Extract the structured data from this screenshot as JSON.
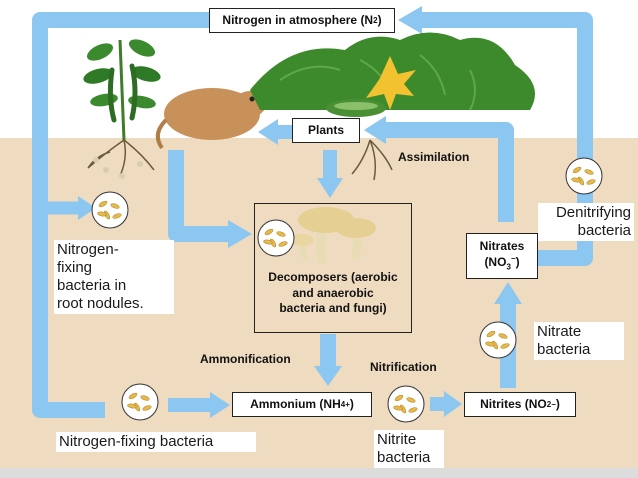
{
  "colors": {
    "sky": "#ffffff",
    "soil": "#efdcc0",
    "arrow": "#8cc7f1",
    "bacteria": "#e7b94a",
    "label_border": "#222222"
  },
  "icons": {
    "bacteria_cluster": "bacteria-cluster-icon",
    "legume_plant": "legume-plant-icon",
    "squash_plant": "squash-plant-icon",
    "mushrooms": "mushroom-icon",
    "gopher": "gopher-icon"
  },
  "labels": {
    "atmosphere": {
      "base": "Nitrogen in atmosphere (N",
      "sub": "2",
      "end": ")"
    },
    "plants": "Plants",
    "assimilation": "Assimilation",
    "denitrifying": [
      "Denitrifying",
      "bacteria"
    ],
    "nitrates": {
      "line1": "Nitrates",
      "base": "(NO",
      "sub": "3",
      "sup": "−",
      "end": ")"
    },
    "decomposers": [
      "Decomposers (aerobic",
      "and anaerobic",
      "bacteria and fungi)"
    ],
    "nitrogen_fixing_root": [
      "Nitrogen-",
      "fixing",
      "bacteria in",
      "root nodules."
    ],
    "ammonification": "Ammonification",
    "nitrification": "Nitrification",
    "nitrate_bacteria": [
      "Nitrate",
      "bacteria"
    ],
    "ammonium": {
      "base": "Ammonium (NH",
      "sub": "4",
      "sup": "+",
      "end": ")"
    },
    "nitrites": {
      "base": "Nitrites (NO",
      "sub": "2",
      "sup": "−",
      "end": ")"
    },
    "nitrogen_fixing_soil": "Nitrogen-fixing bacteria",
    "nitrite_bacteria": [
      "Nitrite",
      "bacteria"
    ]
  }
}
